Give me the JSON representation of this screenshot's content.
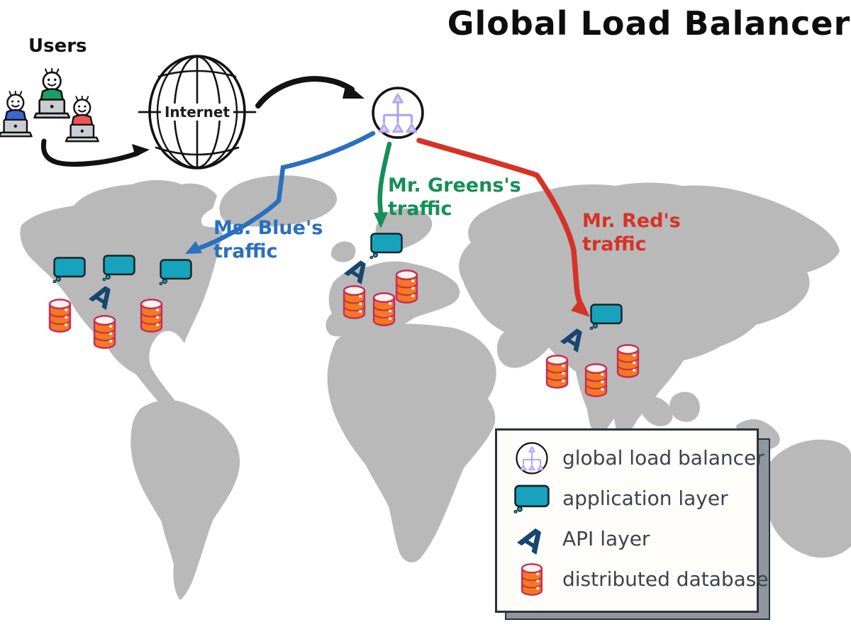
{
  "title": "Global Load Balancer",
  "users": {
    "label": "Users"
  },
  "internet": {
    "label": "Internet"
  },
  "load_balancer": {
    "icon": "load-balancer-icon"
  },
  "traffic": [
    {
      "id": "blue",
      "line1": "Ms. Blue's",
      "line2": "traffic",
      "color": "#2a6fc0"
    },
    {
      "id": "green",
      "line1": "Mr. Greens's",
      "line2": "traffic",
      "color": "#168f57"
    },
    {
      "id": "red",
      "line1": "Mr. Red's",
      "line2": "traffic",
      "color": "#d63226"
    }
  ],
  "legend": {
    "items": [
      {
        "icon": "load-balancer-icon",
        "label": "global load balancer"
      },
      {
        "icon": "application-layer-icon",
        "label": "application layer"
      },
      {
        "icon": "api-layer-icon",
        "label": "API layer"
      },
      {
        "icon": "database-icon",
        "label": "distributed database"
      }
    ]
  },
  "colors": {
    "blue": "#2a6fc0",
    "green": "#168f57",
    "red": "#d63226",
    "teal": "#17a3bb",
    "navy": "#17466f",
    "orange": "#f57a1e",
    "crimson": "#c52e5e",
    "purple": "#b2a4ec",
    "map": "#b9b9b9",
    "user_blue": "#3a66d3",
    "user_green": "#18a065",
    "user_red": "#f05454"
  },
  "regions": [
    {
      "name": "north-america",
      "app": [
        [
          72,
          361
        ],
        [
          142,
          358
        ],
        [
          222,
          364
        ]
      ],
      "api": [
        [
          124,
          396
        ]
      ],
      "db": [
        [
          66,
          420
        ],
        [
          129,
          443
        ],
        [
          195,
          420
        ]
      ]
    },
    {
      "name": "europe",
      "app": [
        [
          519,
          327
        ]
      ],
      "api": [
        [
          484,
          360
        ]
      ],
      "db": [
        [
          481,
          401
        ],
        [
          523,
          411
        ],
        [
          555,
          379
        ]
      ]
    },
    {
      "name": "asia",
      "app": [
        [
          829,
          427
        ]
      ],
      "api": [
        [
          789,
          456
        ]
      ],
      "db": [
        [
          767,
          499
        ],
        [
          822,
          511
        ],
        [
          867,
          484
        ]
      ]
    }
  ]
}
